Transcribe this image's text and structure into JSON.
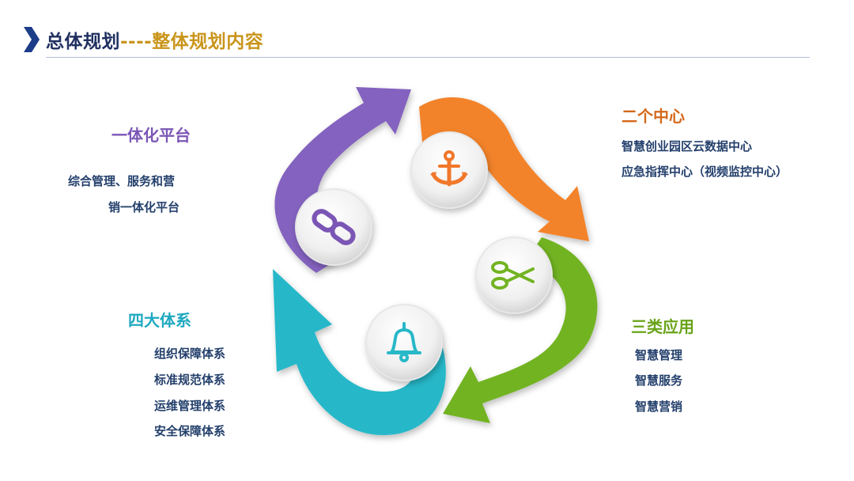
{
  "header": {
    "main": "总体规划",
    "separator": "----",
    "sub": "整体规划内容"
  },
  "sections": [
    {
      "title": "一体化平台",
      "color": "#7b56b5",
      "icon": "link-icon",
      "lines": [
        "综合管理、服务和营",
        "销一体化平台"
      ]
    },
    {
      "title": "二个中心",
      "color": "#d4681a",
      "icon": "anchor-icon",
      "lines": [
        "智慧创业园区云数据中心",
        "应急指挥中心（视频监控中心）"
      ]
    },
    {
      "title": "三类应用",
      "color": "#69a318",
      "icon": "scissors-icon",
      "lines": [
        "智慧管理",
        "智慧服务",
        "智慧营销"
      ]
    },
    {
      "title": "四大体系",
      "color": "#20a9c1",
      "icon": "bell-icon",
      "lines": [
        "组织保障体系",
        "标准规范体系",
        "运维管理体系",
        "安全保障体系"
      ]
    }
  ],
  "colors": {
    "title_main": "#1f2f5f",
    "title_sub": "#c9951b",
    "text": "#24406c",
    "purple": "#7b56b5",
    "orange": "#f47b20",
    "green": "#6fb21c",
    "cyan": "#23b7c8"
  }
}
